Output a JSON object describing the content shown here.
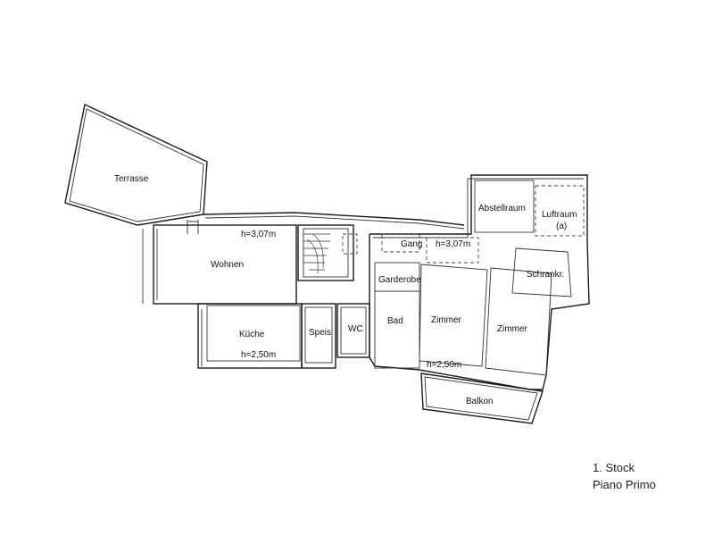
{
  "rooms": {
    "terrasse": "Terrasse",
    "wohnen": "Wohnen",
    "wohnen_height": "h=3,07m",
    "kueche": "Küche",
    "kueche_height": "h=2,50m",
    "speis": "Speis",
    "wc": "WC",
    "gang": "Gang",
    "gang_height": "h=3,07m",
    "garderobe": "Garderobe",
    "bad": "Bad",
    "zimmer_1": "Zimmer",
    "zimmer_2": "Zimmer",
    "zimmer_height": "h=2,50m",
    "abstellraum": "Abstellraum",
    "luftraum": "Luftraum",
    "luftraum_note": "(a)",
    "schrankraum": "Schrankr.",
    "balkon": "Balkon"
  },
  "caption": {
    "floor": "1. Stock",
    "floor_it": "Piano Primo"
  }
}
